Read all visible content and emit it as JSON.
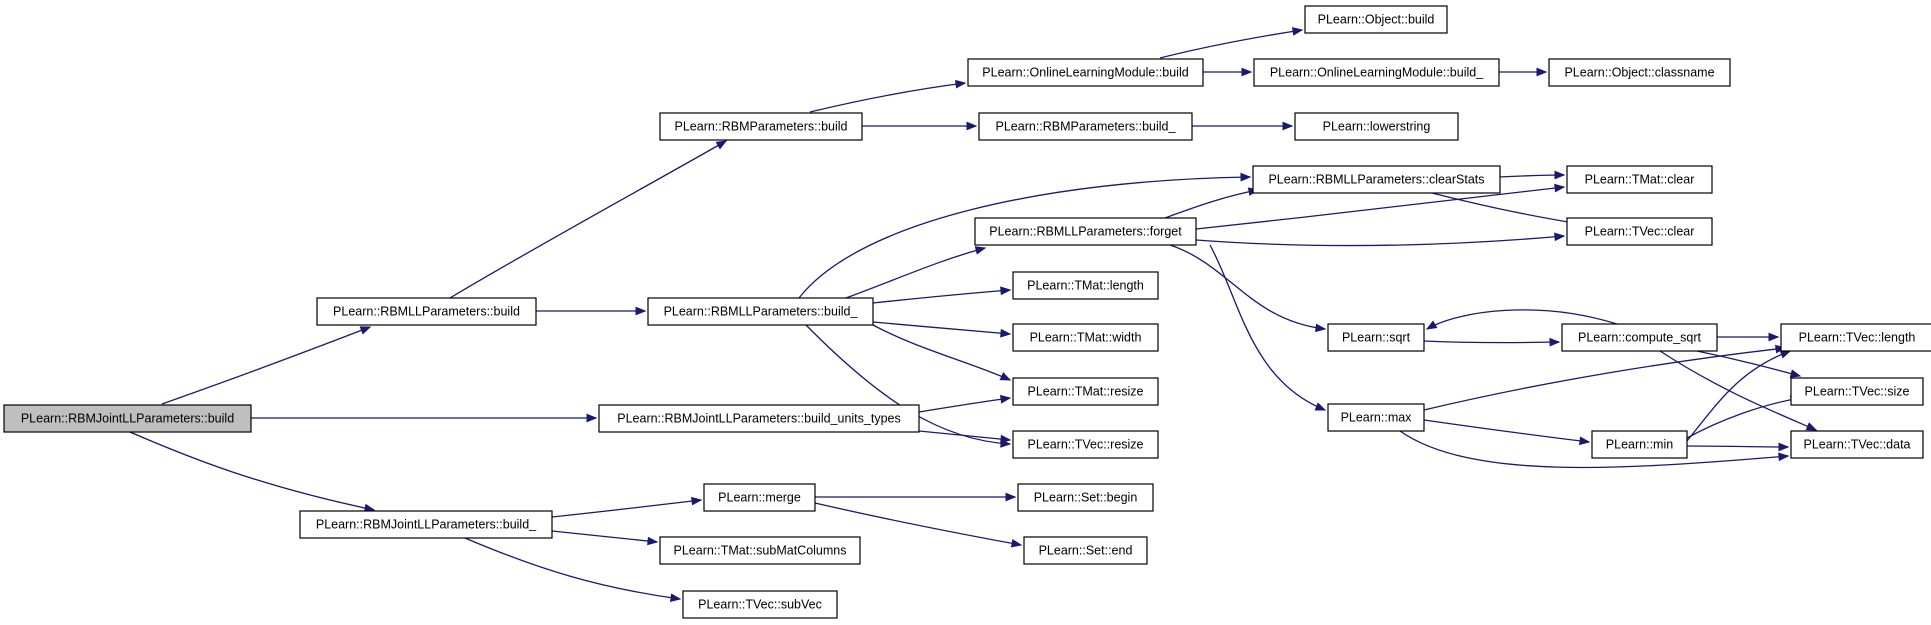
{
  "diagram": {
    "nodes": [
      {
        "id": "root",
        "label": "PLearn::RBMJointLLParameters::build",
        "highlight": true
      },
      {
        "id": "rbmll_build",
        "label": "PLearn::RBMLLParameters::build"
      },
      {
        "id": "build_units_types",
        "label": "PLearn::RBMJointLLParameters::build_units_types"
      },
      {
        "id": "rbmjoint_build_",
        "label": "PLearn::RBMJointLLParameters::build_"
      },
      {
        "id": "rbmparams_build",
        "label": "PLearn::RBMParameters::build"
      },
      {
        "id": "rbmll_build_",
        "label": "PLearn::RBMLLParameters::build_"
      },
      {
        "id": "olm_build",
        "label": "PLearn::OnlineLearningModule::build"
      },
      {
        "id": "rbmparams_build_",
        "label": "PLearn::RBMParameters::build_"
      },
      {
        "id": "object_build",
        "label": "PLearn::Object::build"
      },
      {
        "id": "olm_build_",
        "label": "PLearn::OnlineLearningModule::build_"
      },
      {
        "id": "object_classname",
        "label": "PLearn::Object::classname"
      },
      {
        "id": "lowerstring",
        "label": "PLearn::lowerstring"
      },
      {
        "id": "clearstats",
        "label": "PLearn::RBMLLParameters::clearStats"
      },
      {
        "id": "forget",
        "label": "PLearn::RBMLLParameters::forget"
      },
      {
        "id": "tmat_clear",
        "label": "PLearn::TMat::clear"
      },
      {
        "id": "tvec_clear",
        "label": "PLearn::TVec::clear"
      },
      {
        "id": "tmat_length",
        "label": "PLearn::TMat::length"
      },
      {
        "id": "tmat_width",
        "label": "PLearn::TMat::width"
      },
      {
        "id": "tmat_resize",
        "label": "PLearn::TMat::resize"
      },
      {
        "id": "tvec_resize",
        "label": "PLearn::TVec::resize"
      },
      {
        "id": "sqrt",
        "label": "PLearn::sqrt"
      },
      {
        "id": "compute_sqrt",
        "label": "PLearn::compute_sqrt"
      },
      {
        "id": "tvec_length",
        "label": "PLearn::TVec::length"
      },
      {
        "id": "tvec_size",
        "label": "PLearn::TVec::size"
      },
      {
        "id": "max",
        "label": "PLearn::max"
      },
      {
        "id": "min",
        "label": "PLearn::min"
      },
      {
        "id": "tvec_data",
        "label": "PLearn::TVec::data"
      },
      {
        "id": "merge",
        "label": "PLearn::merge"
      },
      {
        "id": "set_begin",
        "label": "PLearn::Set::begin"
      },
      {
        "id": "set_end",
        "label": "PLearn::Set::end"
      },
      {
        "id": "submatcolumns",
        "label": "PLearn::TMat::subMatColumns"
      },
      {
        "id": "subvec",
        "label": "PLearn::TVec::subVec"
      }
    ],
    "edges": [
      {
        "from": "root",
        "to": "rbmll_build"
      },
      {
        "from": "root",
        "to": "build_units_types"
      },
      {
        "from": "root",
        "to": "rbmjoint_build_"
      },
      {
        "from": "rbmll_build",
        "to": "rbmparams_build"
      },
      {
        "from": "rbmll_build",
        "to": "rbmll_build_"
      },
      {
        "from": "rbmparams_build",
        "to": "olm_build"
      },
      {
        "from": "rbmparams_build",
        "to": "rbmparams_build_"
      },
      {
        "from": "olm_build",
        "to": "object_build"
      },
      {
        "from": "olm_build",
        "to": "olm_build_"
      },
      {
        "from": "olm_build_",
        "to": "object_classname"
      },
      {
        "from": "rbmparams_build_",
        "to": "lowerstring"
      },
      {
        "from": "rbmll_build_",
        "to": "clearstats"
      },
      {
        "from": "rbmll_build_",
        "to": "forget"
      },
      {
        "from": "rbmll_build_",
        "to": "tmat_length"
      },
      {
        "from": "rbmll_build_",
        "to": "tmat_width"
      },
      {
        "from": "rbmll_build_",
        "to": "tmat_resize"
      },
      {
        "from": "rbmll_build_",
        "to": "tvec_resize"
      },
      {
        "from": "clearstats",
        "to": "tmat_clear"
      },
      {
        "from": "clearstats",
        "to": "tvec_clear"
      },
      {
        "from": "forget",
        "to": "clearstats"
      },
      {
        "from": "forget",
        "to": "tmat_clear"
      },
      {
        "from": "forget",
        "to": "tvec_clear"
      },
      {
        "from": "forget",
        "to": "sqrt"
      },
      {
        "from": "forget",
        "to": "max"
      },
      {
        "from": "sqrt",
        "to": "compute_sqrt"
      },
      {
        "from": "compute_sqrt",
        "to": "sqrt"
      },
      {
        "from": "compute_sqrt",
        "to": "tvec_length"
      },
      {
        "from": "compute_sqrt",
        "to": "tvec_size"
      },
      {
        "from": "compute_sqrt",
        "to": "tvec_data"
      },
      {
        "from": "max",
        "to": "tvec_length"
      },
      {
        "from": "max",
        "to": "min"
      },
      {
        "from": "max",
        "to": "tvec_data"
      },
      {
        "from": "min",
        "to": "tvec_length"
      },
      {
        "from": "min",
        "to": "tvec_size"
      },
      {
        "from": "min",
        "to": "tvec_data"
      },
      {
        "from": "build_units_types",
        "to": "tmat_resize"
      },
      {
        "from": "build_units_types",
        "to": "tvec_resize"
      },
      {
        "from": "rbmjoint_build_",
        "to": "merge"
      },
      {
        "from": "rbmjoint_build_",
        "to": "submatcolumns"
      },
      {
        "from": "rbmjoint_build_",
        "to": "subvec"
      },
      {
        "from": "merge",
        "to": "set_begin"
      },
      {
        "from": "merge",
        "to": "set_end"
      }
    ]
  }
}
